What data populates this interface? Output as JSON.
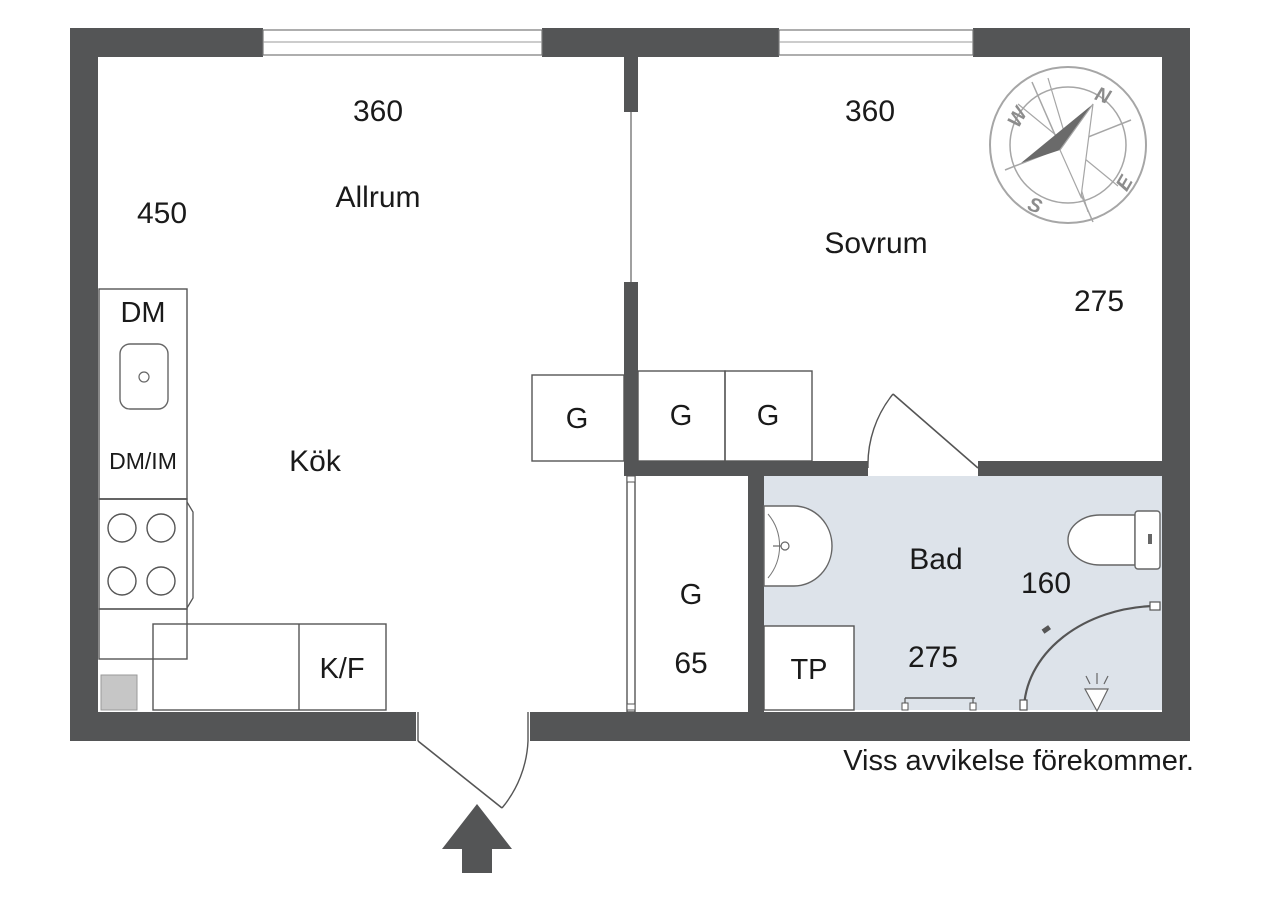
{
  "rooms": {
    "allrum": "Allrum",
    "kok": "Kök",
    "sovrum": "Sovrum",
    "bad": "Bad"
  },
  "dimensions": {
    "allrum_width": "360",
    "allrum_depth": "450",
    "sovrum_width": "360",
    "sovrum_depth": "275",
    "bad_width": "275",
    "bad_depth": "160",
    "closet_width": "65"
  },
  "fixtures": {
    "dishwasher": "DM",
    "dishwasher_icemaker": "DM/IM",
    "fridge_freezer": "K/F",
    "wardrobe": "G",
    "laundry_dryer": "TP"
  },
  "compass": {
    "n": "N",
    "e": "E",
    "s": "S",
    "w": "W"
  },
  "note": "Viss avvikelse förekommer.",
  "colors": {
    "wall": "#545556",
    "bathroom_floor": "#dde3ea",
    "entrance_arrow": "#545556"
  },
  "icons": [
    "compass-rose-icon",
    "entrance-arrow-icon",
    "sink-icon",
    "stove-icon",
    "toilet-icon",
    "shower-icon",
    "lamp-icon"
  ]
}
